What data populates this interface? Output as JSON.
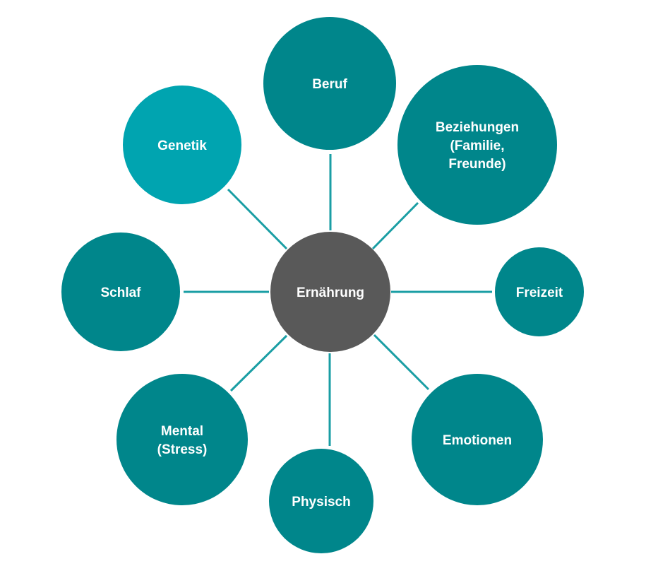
{
  "colors": {
    "center_fill": "#595959",
    "node_fill_dark": "#00868b",
    "node_fill_light": "#00a4b0",
    "connector": "#1a9ea4",
    "text": "#ffffff"
  },
  "center": {
    "label": "Ernährung"
  },
  "nodes": [
    {
      "id": "beruf",
      "lines": [
        "Beruf"
      ],
      "shade": "dark"
    },
    {
      "id": "beziehungen",
      "lines": [
        "Beziehungen",
        "(Familie,",
        "Freunde)"
      ],
      "shade": "dark"
    },
    {
      "id": "freizeit",
      "lines": [
        "Freizeit"
      ],
      "shade": "dark"
    },
    {
      "id": "emotionen",
      "lines": [
        "Emotionen"
      ],
      "shade": "dark"
    },
    {
      "id": "physisch",
      "lines": [
        "Physisch"
      ],
      "shade": "dark"
    },
    {
      "id": "mental",
      "lines": [
        "Mental",
        "(Stress)"
      ],
      "shade": "dark"
    },
    {
      "id": "schlaf",
      "lines": [
        "Schlaf"
      ],
      "shade": "dark"
    },
    {
      "id": "genetik",
      "lines": [
        "Genetik"
      ],
      "shade": "light"
    }
  ]
}
